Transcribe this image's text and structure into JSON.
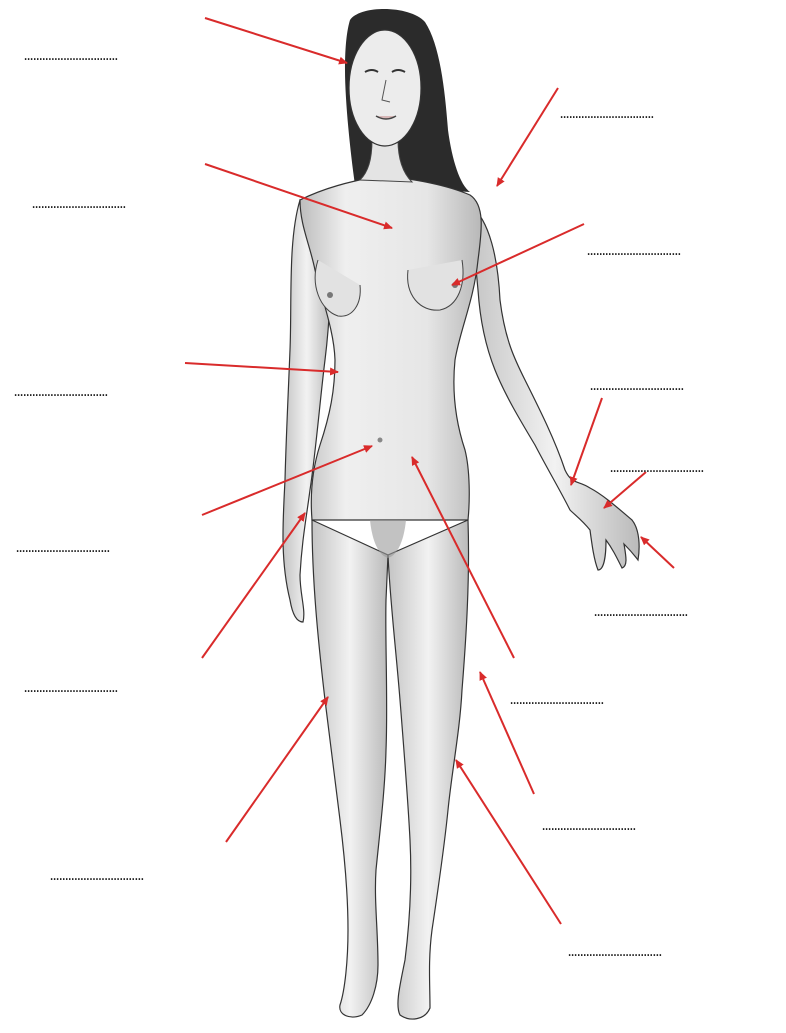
{
  "colors": {
    "arrow": "#d92b2b",
    "outline": "#333333",
    "skin_light": "#efefef",
    "skin_shade": "#bdbdbd",
    "hair": "#2b2b2b"
  },
  "labels": [
    {
      "id": "label-1",
      "text": "..............................."
    },
    {
      "id": "label-2",
      "text": "..............................."
    },
    {
      "id": "label-3",
      "text": "..............................."
    },
    {
      "id": "label-4",
      "text": "..............................."
    },
    {
      "id": "label-5",
      "text": "..............................."
    },
    {
      "id": "label-6",
      "text": "..............................."
    },
    {
      "id": "label-7",
      "text": "..............................."
    },
    {
      "id": "label-8",
      "text": "..............................."
    },
    {
      "id": "label-9",
      "text": "..............................."
    },
    {
      "id": "label-10",
      "text": "..............................."
    },
    {
      "id": "label-11",
      "text": "..............................."
    },
    {
      "id": "label-12",
      "text": "..............................."
    },
    {
      "id": "label-13",
      "text": "..............................."
    },
    {
      "id": "label-14",
      "text": "..............................."
    }
  ]
}
